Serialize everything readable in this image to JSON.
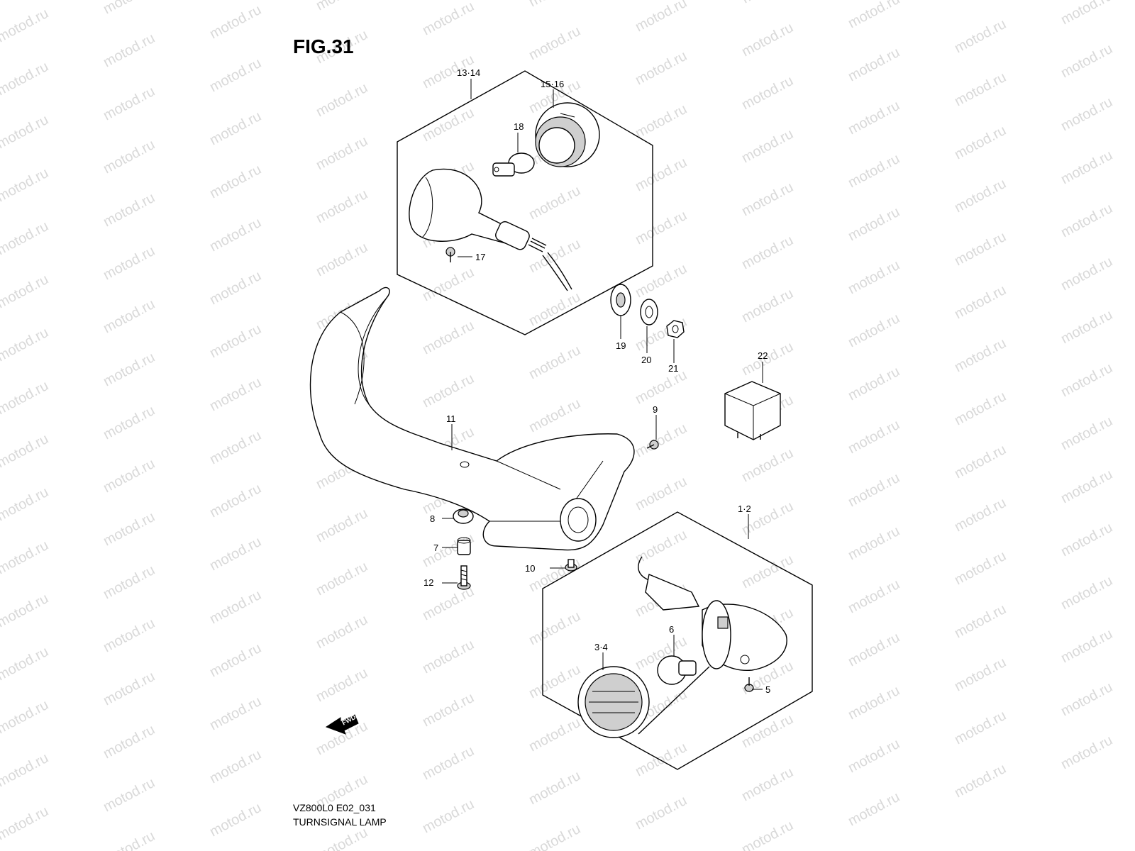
{
  "figure": {
    "title": "FIG.31",
    "model_code": "VZ800L0 E02_031",
    "caption": "TURNSIGNAL LAMP",
    "watermark": "motod.ru"
  },
  "fwd_label": "FWD",
  "callouts": [
    {
      "id": "1",
      "label": "1·2"
    },
    {
      "id": "3",
      "label": "3·4"
    },
    {
      "id": "5",
      "label": "5"
    },
    {
      "id": "6",
      "label": "6"
    },
    {
      "id": "7",
      "label": "7"
    },
    {
      "id": "8",
      "label": "8"
    },
    {
      "id": "9",
      "label": "9"
    },
    {
      "id": "10",
      "label": "10"
    },
    {
      "id": "11",
      "label": "11"
    },
    {
      "id": "12",
      "label": "12"
    },
    {
      "id": "13",
      "label": "13·14"
    },
    {
      "id": "15",
      "label": "15·16"
    },
    {
      "id": "17",
      "label": "17"
    },
    {
      "id": "18",
      "label": "18"
    },
    {
      "id": "19",
      "label": "19"
    },
    {
      "id": "20",
      "label": "20"
    },
    {
      "id": "21",
      "label": "21"
    },
    {
      "id": "22",
      "label": "22"
    }
  ]
}
